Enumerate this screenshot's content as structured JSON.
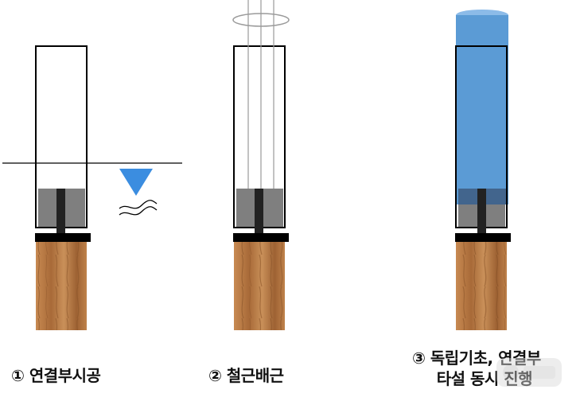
{
  "steps": [
    {
      "number": "①",
      "label": "연결부시공"
    },
    {
      "number": "②",
      "label": "철근배근"
    },
    {
      "number": "③",
      "label_line1": "독립기초, 연결부",
      "label_line2": "타설 동시 진행"
    }
  ],
  "watermark_text": "",
  "colors": {
    "water_triangle": "#3b8de0",
    "concrete_blue": "#5b9bd5",
    "connection_gray": "#7f7f7f",
    "rebar_dark": "#222222",
    "wood_pile": "#b87a45",
    "cap_plate": "#000000"
  }
}
